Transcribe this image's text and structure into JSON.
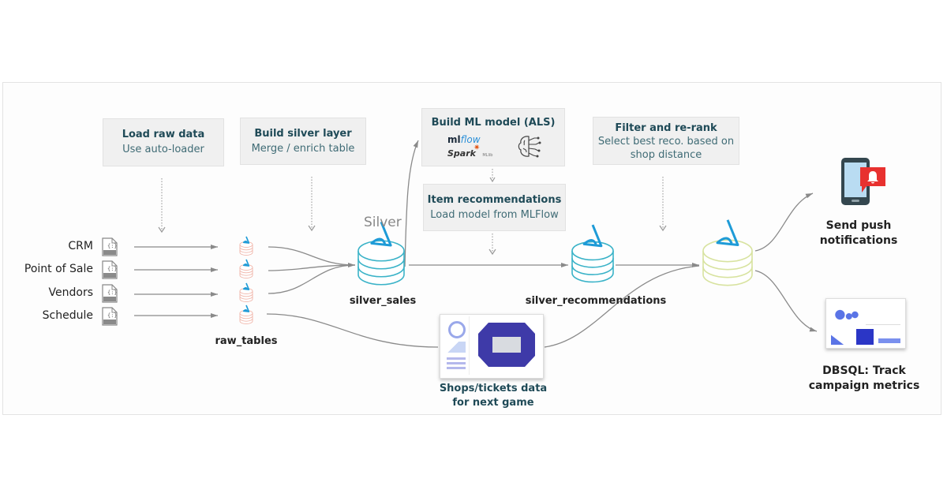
{
  "steps": {
    "load_raw": {
      "title": "Load raw data",
      "subtitle": "Use auto-loader"
    },
    "build_silver": {
      "title": "Build silver layer",
      "subtitle": "Merge / enrich table"
    },
    "build_ml": {
      "title": "Build ML model (ALS)",
      "logos": [
        "mlflow",
        "Spark MLlib"
      ],
      "icon": "brain-circuit-icon"
    },
    "item_reco": {
      "title": "Item recommendations",
      "subtitle": "Load model from MLFlow"
    },
    "filter_rerank": {
      "title": "Filter and re-rank",
      "subtitle_line1": "Select best reco. based on",
      "subtitle_line2": "shop distance"
    }
  },
  "sources": [
    {
      "label": "CRM",
      "icon": "json-file-icon"
    },
    {
      "label": "Point of Sale",
      "icon": "json-file-icon"
    },
    {
      "label": "Vendors",
      "icon": "json-file-icon"
    },
    {
      "label": "Schedule",
      "icon": "json-file-icon"
    }
  ],
  "file_icon_text": "JSON",
  "tables": {
    "raw": "raw_tables",
    "silver_layer_title": "Silver",
    "silver_sales": "silver_sales",
    "silver_recommendations": "silver_recommendations"
  },
  "shops": {
    "line1": "Shops/tickets data",
    "line2": "for next game"
  },
  "outputs": {
    "push": {
      "line1": "Send push",
      "line2": "notifications"
    },
    "dbsql": {
      "line1": "DBSQL: Track",
      "line2": "campaign metrics"
    }
  },
  "logos": {
    "mlflow_ml": "ml",
    "mlflow_flow": "flow",
    "spark": "Spark",
    "mllib": "MLlib"
  },
  "colors": {
    "bronze": "#f0b4a8",
    "silver": "#3bb3c8",
    "gold": "#d8e3a0",
    "delta": "#1e9bd7",
    "arrow": "#8a8a8a",
    "notification_red": "#e8312f",
    "phone_dark": "#34474f",
    "phone_screen": "#b9dcf2"
  }
}
